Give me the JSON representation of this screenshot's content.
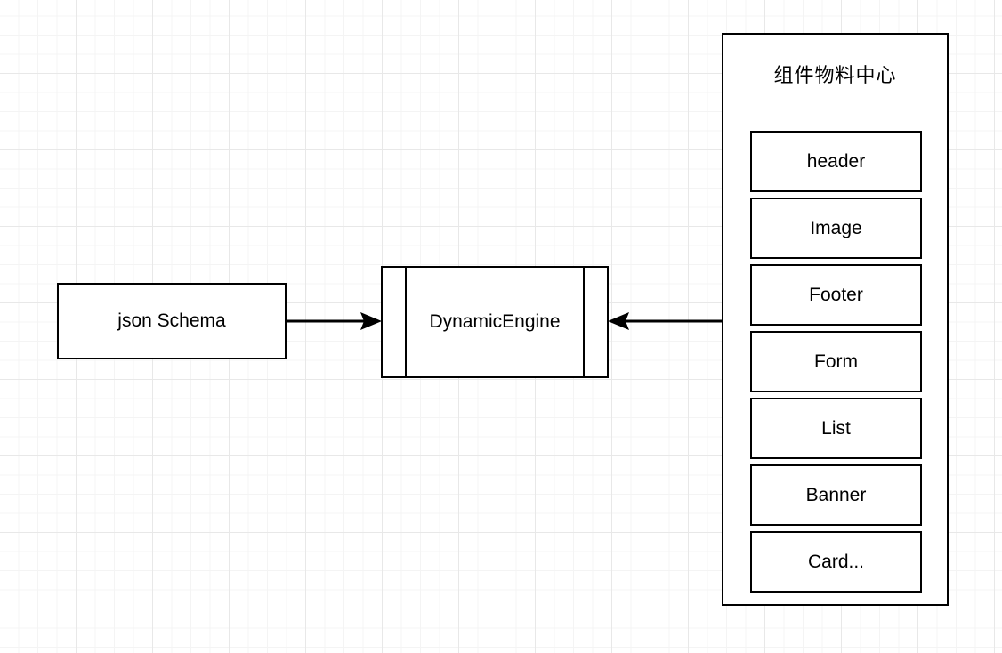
{
  "diagram": {
    "title": "DynamicEngine architecture diagram",
    "background": {
      "grid": "true",
      "minor_grid_color": "#f4f4f4",
      "major_grid_color": "#e8e8e8",
      "canvas_color": "#ffffff"
    },
    "stroke_color": "#000000",
    "fill_color": "#ffffff"
  },
  "nodes": {
    "json_schema": {
      "label": "json Schema",
      "shape": "rectangle"
    },
    "dynamic_engine": {
      "label": "DynamicEngine",
      "shape": "predefined-process"
    },
    "component_center": {
      "title": "组件物料中心",
      "shape": "container",
      "items": [
        {
          "label": "header"
        },
        {
          "label": "Image"
        },
        {
          "label": "Footer"
        },
        {
          "label": "Form"
        },
        {
          "label": "List"
        },
        {
          "label": "Banner"
        },
        {
          "label": "Card..."
        }
      ]
    }
  },
  "connectors": [
    {
      "name": "json-schema-to-dynamic-engine",
      "from": "json_schema",
      "to": "dynamic_engine",
      "label": "",
      "direction": "right",
      "arrowhead": "filled-triangle"
    },
    {
      "name": "component-center-to-dynamic-engine",
      "from": "component_center",
      "to": "dynamic_engine",
      "label": "",
      "direction": "left",
      "arrowhead": "filled-triangle"
    }
  ]
}
